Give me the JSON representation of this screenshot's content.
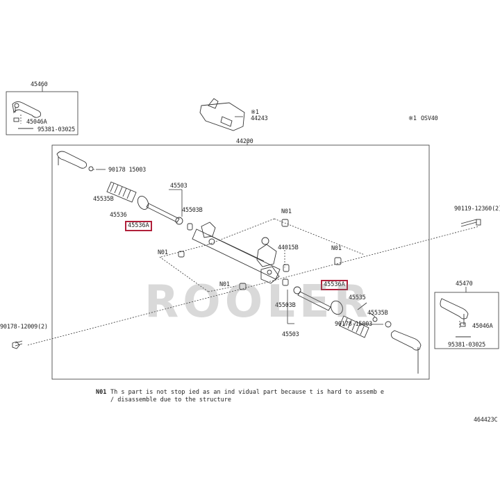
{
  "diagram_id": "464423C",
  "assembly": "44200",
  "note": {
    "code": "N01",
    "line1": "Th s part is not stop ied as an ind vidual part because  t is hard to assemb e",
    "line2": "/ disassemble due to the structure"
  },
  "legend": {
    "symbol": "※1",
    "text": "OSV40"
  },
  "watermark": "ROOLER",
  "labels": {
    "p45460": "45460",
    "p45046a_l": "45046A",
    "p95381_l": "95381-03025",
    "p44243": "44243",
    "p44243_sym": "※1",
    "p90178_top": "90178 15003",
    "p45535b_l": "45535B",
    "p45536": "45536",
    "p45503_top": "45503",
    "p45503b_top": "45503B",
    "pN01_top": "N01",
    "p90119": "90119-12360(2)",
    "pN01_left": "N01",
    "p44015b": "44015B",
    "pN01_mid": "N01",
    "pN01_low": "N01",
    "p45503b_low": "45503B",
    "p45503_low": "45503",
    "p45535": "45535",
    "p45535b_r": "45535B",
    "p90178_low": "90178-15003",
    "p90178_left": "90178-12009(2)",
    "p45470": "45470",
    "p45046a_r": "45046A",
    "p95381_r": "95381-03025"
  },
  "highlighted": {
    "left": "45536A",
    "right": "45536A"
  },
  "colors": {
    "highlight": "#b0203a",
    "line": "#333333"
  }
}
